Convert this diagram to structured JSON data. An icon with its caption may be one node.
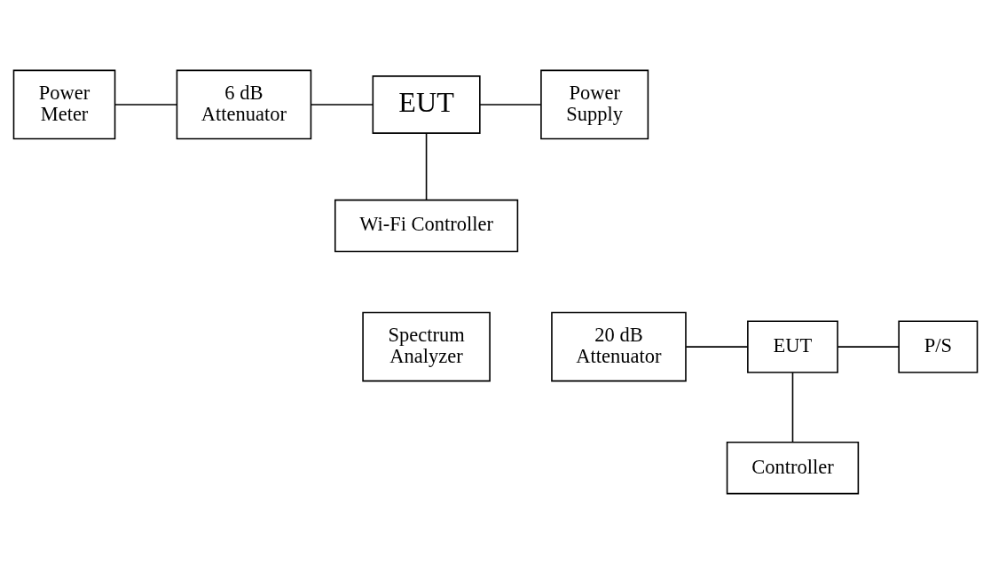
{
  "diagram": {
    "nodes": [
      {
        "text": [
          "Power Meter"
        ]
      },
      {
        "text": [
          "6 dB Attenuator"
        ]
      },
      {
        "text": [
          "EUT"
        ]
      },
      {
        "text": [
          "Power Supply"
        ]
      },
      {
        "text": [
          "Wi-Fi Controller"
        ]
      },
      {
        "text": [
          "Spectrum Analyzer"
        ]
      },
      {
        "text": [
          "20 dB Attenuator"
        ]
      },
      {
        "text": [
          "EUT"
        ]
      },
      {
        "text": [
          "P/S"
        ]
      },
      {
        "text": [
          "Controller"
        ]
      }
    ],
    "edges": [
      {
        "from": 0,
        "to": 1,
        "arrow": "none"
      },
      {
        "from": 1,
        "to": 2,
        "arrow": "none"
      },
      {
        "from": 2,
        "to": 3,
        "arrow": "none"
      },
      {
        "from": 2,
        "to": 4,
        "arrow": "none"
      },
      {
        "from": 6,
        "to": 7,
        "arrow": "none"
      },
      {
        "from": 7,
        "to": 8,
        "arrow": "none"
      },
      {
        "from": 7,
        "to": 9,
        "arrow": "none"
      }
    ]
  }
}
